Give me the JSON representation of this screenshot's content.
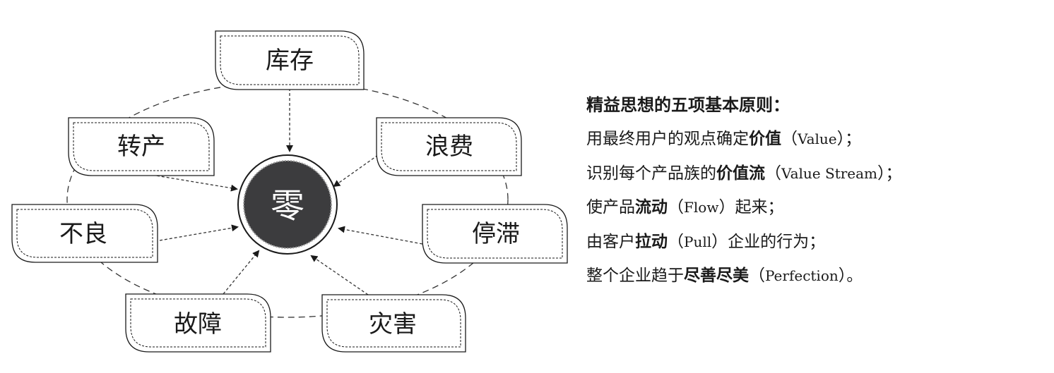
{
  "diagram": {
    "center": "零",
    "nodes": [
      {
        "id": "inventory",
        "label": "库存"
      },
      {
        "id": "waste",
        "label": "浪费"
      },
      {
        "id": "stagnation",
        "label": "停滞"
      },
      {
        "id": "disaster",
        "label": "灾害"
      },
      {
        "id": "fault",
        "label": "故障"
      },
      {
        "id": "defect",
        "label": "不良"
      },
      {
        "id": "changeover",
        "label": "转产"
      }
    ]
  },
  "principles": {
    "heading": "精益思想的五项基本原则：",
    "items": [
      {
        "pre": "用最终用户的观点确定",
        "bold": "价值",
        "open": "（",
        "en": "Value",
        "close": "）；",
        "post": ""
      },
      {
        "pre": "识别每个产品族的",
        "bold": "价值流",
        "open": "（",
        "en": "Value Stream",
        "close": "）；",
        "post": ""
      },
      {
        "pre": "使产品",
        "bold": "流动",
        "open": "（",
        "en": "Flow",
        "close": "）",
        "post": "起来；"
      },
      {
        "pre": "由客户",
        "bold": "拉动",
        "open": "（",
        "en": "Pull",
        "close": "）",
        "post": "企业的行为；"
      },
      {
        "pre": "整个企业趋于",
        "bold": "尽善尽美",
        "open": "（",
        "en": "Perfection",
        "close": "）",
        "post": "。"
      }
    ]
  }
}
